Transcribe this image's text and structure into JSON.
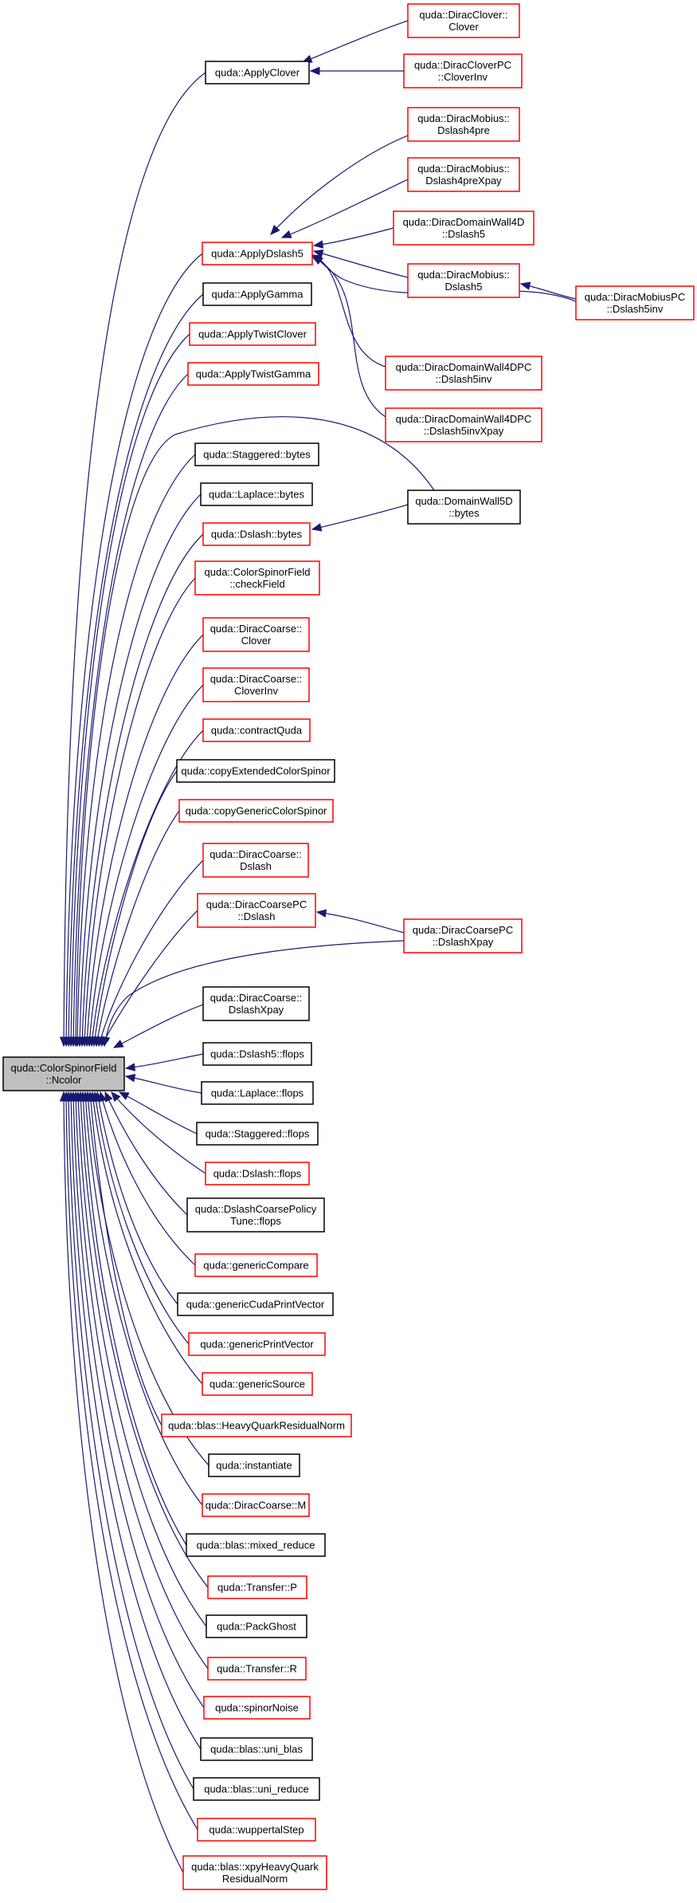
{
  "diagram": {
    "type": "doxygen-caller-graph",
    "root": "root",
    "colors": {
      "edge": "#191970",
      "border_documented": "#ff0000",
      "border_plain": "#000000",
      "root_fill": "#bfbfbf"
    },
    "nodes": [
      {
        "id": "root",
        "lines": [
          "quda::ColorSpinorField",
          "::Ncolor"
        ],
        "style": "root"
      },
      {
        "id": "applyClover",
        "lines": [
          "quda::ApplyClover"
        ],
        "style": "black"
      },
      {
        "id": "diracCloverClover",
        "lines": [
          "quda::DiracClover::",
          "Clover"
        ],
        "style": "red"
      },
      {
        "id": "diracCloverPCInv",
        "lines": [
          "quda::DiracCloverPC",
          "::CloverInv"
        ],
        "style": "red"
      },
      {
        "id": "applyDslash5",
        "lines": [
          "quda::ApplyDslash5"
        ],
        "style": "red"
      },
      {
        "id": "mobiusDslash4pre",
        "lines": [
          "quda::DiracMobius::",
          "Dslash4pre"
        ],
        "style": "red"
      },
      {
        "id": "mobiusDslash4preXpay",
        "lines": [
          "quda::DiracMobius::",
          "Dslash4preXpay"
        ],
        "style": "red"
      },
      {
        "id": "dw4dDslash5",
        "lines": [
          "quda::DiracDomainWall4D",
          "::Dslash5"
        ],
        "style": "red"
      },
      {
        "id": "mobiusDslash5",
        "lines": [
          "quda::DiracMobius::",
          "Dslash5"
        ],
        "style": "red"
      },
      {
        "id": "mobiusPCDslash5inv",
        "lines": [
          "quda::DiracMobiusPC",
          "::Dslash5inv"
        ],
        "style": "red"
      },
      {
        "id": "dw4dpcDslash5inv",
        "lines": [
          "quda::DiracDomainWall4DPC",
          "::Dslash5inv"
        ],
        "style": "red"
      },
      {
        "id": "dw4dpcDslash5invXpay",
        "lines": [
          "quda::DiracDomainWall4DPC",
          "::Dslash5invXpay"
        ],
        "style": "red"
      },
      {
        "id": "applyGamma",
        "lines": [
          "quda::ApplyGamma"
        ],
        "style": "black"
      },
      {
        "id": "applyTwistClover",
        "lines": [
          "quda::ApplyTwistClover"
        ],
        "style": "red"
      },
      {
        "id": "applyTwistGamma",
        "lines": [
          "quda::ApplyTwistGamma"
        ],
        "style": "red"
      },
      {
        "id": "staggeredBytes",
        "lines": [
          "quda::Staggered::bytes"
        ],
        "style": "black"
      },
      {
        "id": "domainWall5DBytes",
        "lines": [
          "quda::DomainWall5D",
          "::bytes"
        ],
        "style": "black"
      },
      {
        "id": "laplaceBytes",
        "lines": [
          "quda::Laplace::bytes"
        ],
        "style": "black"
      },
      {
        "id": "dslashBytes",
        "lines": [
          "quda::Dslash::bytes"
        ],
        "style": "red"
      },
      {
        "id": "checkField",
        "lines": [
          "quda::ColorSpinorField",
          "::checkField"
        ],
        "style": "red"
      },
      {
        "id": "coarseClover",
        "lines": [
          "quda::DiracCoarse::",
          "Clover"
        ],
        "style": "red"
      },
      {
        "id": "coarseCloverInv",
        "lines": [
          "quda::DiracCoarse::",
          "CloverInv"
        ],
        "style": "red"
      },
      {
        "id": "contractQuda",
        "lines": [
          "quda::contractQuda"
        ],
        "style": "red"
      },
      {
        "id": "copyExtended",
        "lines": [
          "quda::copyExtendedColorSpinor"
        ],
        "style": "black"
      },
      {
        "id": "copyGeneric",
        "lines": [
          "quda::copyGenericColorSpinor"
        ],
        "style": "red"
      },
      {
        "id": "coarseDslash",
        "lines": [
          "quda::DiracCoarse::",
          "Dslash"
        ],
        "style": "red"
      },
      {
        "id": "coarsePCDslash",
        "lines": [
          "quda::DiracCoarsePC",
          "::Dslash"
        ],
        "style": "red"
      },
      {
        "id": "coarsePCDslashXpay",
        "lines": [
          "quda::DiracCoarsePC",
          "::DslashXpay"
        ],
        "style": "red"
      },
      {
        "id": "coarseDslashXpay",
        "lines": [
          "quda::DiracCoarse::",
          "DslashXpay"
        ],
        "style": "black"
      },
      {
        "id": "dslash5Flops",
        "lines": [
          "quda::Dslash5::flops"
        ],
        "style": "black"
      },
      {
        "id": "laplaceFlops",
        "lines": [
          "quda::Laplace::flops"
        ],
        "style": "black"
      },
      {
        "id": "staggeredFlops",
        "lines": [
          "quda::Staggered::flops"
        ],
        "style": "black"
      },
      {
        "id": "dslashFlops",
        "lines": [
          "quda::Dslash::flops"
        ],
        "style": "red"
      },
      {
        "id": "dslashCoarsePolicyTune",
        "lines": [
          "quda::DslashCoarsePolicy",
          "Tune::flops"
        ],
        "style": "black"
      },
      {
        "id": "genericCompare",
        "lines": [
          "quda::genericCompare"
        ],
        "style": "red"
      },
      {
        "id": "genericCudaPrintVector",
        "lines": [
          "quda::genericCudaPrintVector"
        ],
        "style": "black"
      },
      {
        "id": "genericPrintVector",
        "lines": [
          "quda::genericPrintVector"
        ],
        "style": "red"
      },
      {
        "id": "genericSource",
        "lines": [
          "quda::genericSource"
        ],
        "style": "red"
      },
      {
        "id": "heavyQuarkResidualNorm",
        "lines": [
          "quda::blas::HeavyQuarkResidualNorm"
        ],
        "style": "red"
      },
      {
        "id": "instantiate",
        "lines": [
          "quda::instantiate"
        ],
        "style": "black"
      },
      {
        "id": "coarseM",
        "lines": [
          "quda::DiracCoarse::M"
        ],
        "style": "red"
      },
      {
        "id": "mixedReduce",
        "lines": [
          "quda::blas::mixed_reduce"
        ],
        "style": "black"
      },
      {
        "id": "transferP",
        "lines": [
          "quda::Transfer::P"
        ],
        "style": "red"
      },
      {
        "id": "packGhost",
        "lines": [
          "quda::PackGhost"
        ],
        "style": "black"
      },
      {
        "id": "transferR",
        "lines": [
          "quda::Transfer::R"
        ],
        "style": "red"
      },
      {
        "id": "spinorNoise",
        "lines": [
          "quda::spinorNoise"
        ],
        "style": "red"
      },
      {
        "id": "uniBlas",
        "lines": [
          "quda::blas::uni_blas"
        ],
        "style": "black"
      },
      {
        "id": "uniReduce",
        "lines": [
          "quda::blas::uni_reduce"
        ],
        "style": "black"
      },
      {
        "id": "wuppertalStep",
        "lines": [
          "quda::wuppertalStep"
        ],
        "style": "red"
      },
      {
        "id": "xpyHeavyQuark",
        "lines": [
          "quda::blas::xpyHeavyQuark",
          "ResidualNorm"
        ],
        "style": "red"
      }
    ],
    "edges": [
      {
        "from": "applyClover",
        "to": "root"
      },
      {
        "from": "diracCloverClover",
        "to": "applyClover"
      },
      {
        "from": "diracCloverPCInv",
        "to": "applyClover"
      },
      {
        "from": "applyDslash5",
        "to": "root"
      },
      {
        "from": "mobiusDslash4pre",
        "to": "applyDslash5"
      },
      {
        "from": "mobiusDslash4preXpay",
        "to": "applyDslash5"
      },
      {
        "from": "dw4dDslash5",
        "to": "applyDslash5"
      },
      {
        "from": "mobiusDslash5",
        "to": "applyDslash5"
      },
      {
        "from": "mobiusPCDslash5inv",
        "to": "applyDslash5"
      },
      {
        "from": "mobiusPCDslash5inv",
        "to": "mobiusDslash5"
      },
      {
        "from": "dw4dpcDslash5inv",
        "to": "applyDslash5"
      },
      {
        "from": "dw4dpcDslash5invXpay",
        "to": "applyDslash5"
      },
      {
        "from": "applyGamma",
        "to": "root"
      },
      {
        "from": "applyTwistClover",
        "to": "root"
      },
      {
        "from": "applyTwistGamma",
        "to": "root"
      },
      {
        "from": "domainWall5DBytes",
        "to": "root"
      },
      {
        "from": "staggeredBytes",
        "to": "root"
      },
      {
        "from": "laplaceBytes",
        "to": "root"
      },
      {
        "from": "dslashBytes",
        "to": "root"
      },
      {
        "from": "domainWall5DBytes",
        "to": "dslashBytes"
      },
      {
        "from": "checkField",
        "to": "root"
      },
      {
        "from": "coarseClover",
        "to": "root"
      },
      {
        "from": "coarseCloverInv",
        "to": "root"
      },
      {
        "from": "contractQuda",
        "to": "root"
      },
      {
        "from": "copyExtended",
        "to": "root"
      },
      {
        "from": "copyGeneric",
        "to": "root"
      },
      {
        "from": "coarseDslash",
        "to": "root"
      },
      {
        "from": "coarsePCDslash",
        "to": "root"
      },
      {
        "from": "coarsePCDslashXpay",
        "to": "coarsePCDslash"
      },
      {
        "from": "coarsePCDslashXpay",
        "to": "root"
      },
      {
        "from": "coarseDslashXpay",
        "to": "root"
      },
      {
        "from": "dslash5Flops",
        "to": "root"
      },
      {
        "from": "laplaceFlops",
        "to": "root"
      },
      {
        "from": "staggeredFlops",
        "to": "root"
      },
      {
        "from": "dslashFlops",
        "to": "root"
      },
      {
        "from": "dslashCoarsePolicyTune",
        "to": "root"
      },
      {
        "from": "genericCompare",
        "to": "root"
      },
      {
        "from": "genericCudaPrintVector",
        "to": "root"
      },
      {
        "from": "genericPrintVector",
        "to": "root"
      },
      {
        "from": "genericSource",
        "to": "root"
      },
      {
        "from": "heavyQuarkResidualNorm",
        "to": "root"
      },
      {
        "from": "instantiate",
        "to": "root"
      },
      {
        "from": "coarseM",
        "to": "root"
      },
      {
        "from": "mixedReduce",
        "to": "root"
      },
      {
        "from": "transferP",
        "to": "root"
      },
      {
        "from": "packGhost",
        "to": "root"
      },
      {
        "from": "transferR",
        "to": "root"
      },
      {
        "from": "spinorNoise",
        "to": "root"
      },
      {
        "from": "uniBlas",
        "to": "root"
      },
      {
        "from": "uniReduce",
        "to": "root"
      },
      {
        "from": "wuppertalStep",
        "to": "root"
      },
      {
        "from": "xpyHeavyQuark",
        "to": "root"
      }
    ]
  }
}
